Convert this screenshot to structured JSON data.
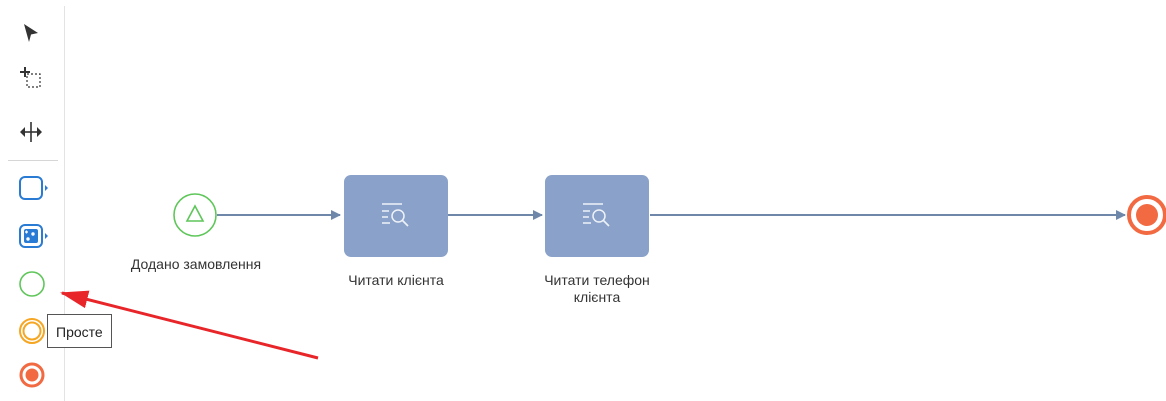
{
  "toolbar": {
    "tools": [
      {
        "name": "pointer-icon"
      },
      {
        "name": "lasso-select-icon"
      },
      {
        "name": "space-tool-icon"
      },
      {
        "name": "task-icon"
      },
      {
        "name": "subprocess-icon"
      },
      {
        "name": "start-event-icon"
      },
      {
        "name": "intermediate-event-icon"
      },
      {
        "name": "end-event-icon"
      }
    ],
    "tooltip": "Просте"
  },
  "diagram": {
    "start_event": {
      "label": "Додано замовлення",
      "icon": "triangle-signal-icon"
    },
    "tasks": [
      {
        "label": "Читати клієнта",
        "icon": "read-data-icon"
      },
      {
        "label_line1": "Читати телефон",
        "label_line2": "клієнта",
        "icon": "read-data-icon"
      }
    ],
    "end_event": {
      "icon": "end-event-icon"
    }
  },
  "colors": {
    "task_fill": "#8aa2c9",
    "flow_line": "#6f87a8",
    "start_event": "#5fc65a",
    "intermediate_event": "#f5a623",
    "end_event": "#f26a41",
    "annotation_arrow": "#e8262a"
  }
}
